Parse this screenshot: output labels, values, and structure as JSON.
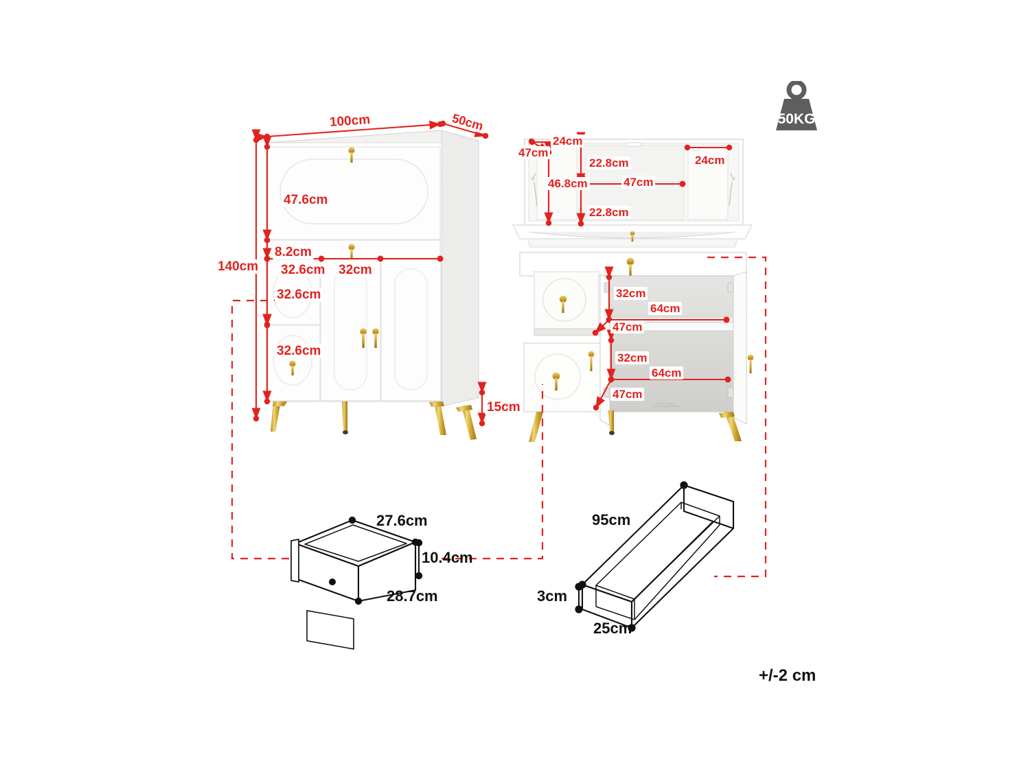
{
  "meta": {
    "title": "Furniture dimension diagram",
    "tolerance_note": "+/-2 cm",
    "weight_badge": "50KG",
    "accent_red": "#e1231f",
    "gold": "#d3a93a",
    "outline_black": "#111111"
  },
  "cabinet_front": {
    "name": "tall-sideboard-front-view",
    "dimensions": {
      "width": "100cm",
      "depth": "50cm",
      "height": "140cm",
      "flap_door_height": "47.6cm",
      "drawer_strip_height": "8.2cm",
      "left_drawer_width": "32.6cm",
      "middle_door_width": "32cm",
      "upper_small_drawer_height": "32.6cm",
      "lower_small_drawer_height": "32.6cm",
      "leg_height": "15cm"
    }
  },
  "cabinet_open": {
    "name": "tall-sideboard-open-view",
    "hutch": {
      "side_compartment_width": "24cm",
      "side_compartment_depth": "47cm",
      "side_compartment_height": "46.8cm",
      "center_upper_height": "22.8cm",
      "center_lower_height": "22.8cm",
      "center_width": "47cm",
      "right_compartment_width": "24cm"
    },
    "base": {
      "upper_shelf_height": "32cm",
      "upper_shelf_width": "64cm",
      "upper_shelf_depth": "47cm",
      "lower_shelf_height": "32cm",
      "lower_shelf_width": "64cm",
      "lower_shelf_depth": "47cm"
    }
  },
  "drawer_small": {
    "name": "small-drawer-detail",
    "inner_width": "27.6cm",
    "height": "10.4cm",
    "outer_width": "28.7cm"
  },
  "drawer_long": {
    "name": "long-drawer-detail",
    "length": "95cm",
    "height": "3cm",
    "depth": "25cm"
  }
}
